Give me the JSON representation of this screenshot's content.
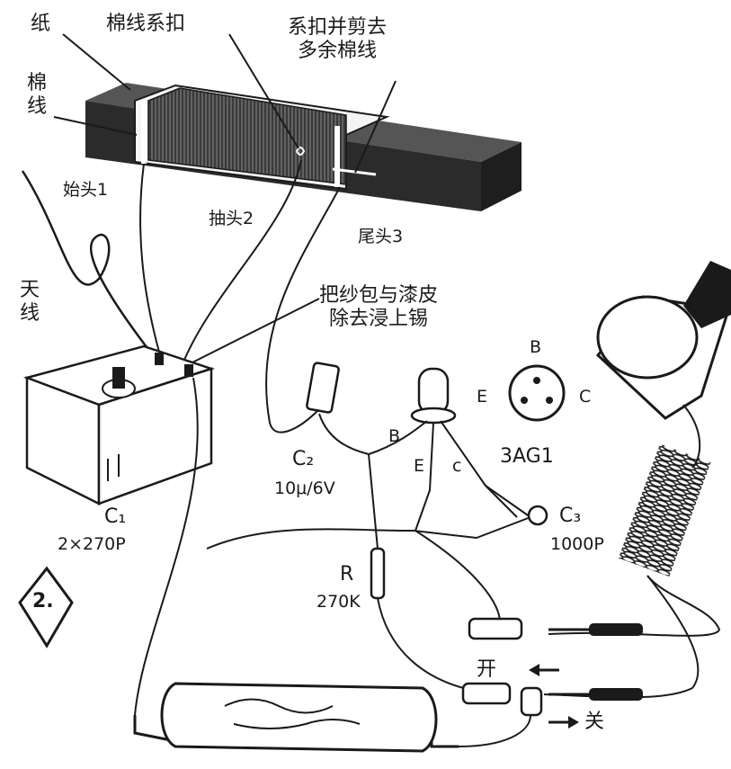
{
  "labels": {
    "paper": "纸",
    "cotton_thread": "棉线",
    "cotton_tie": "棉线系扣",
    "tie_cut": "系扣并剪去\n多余棉线",
    "start_1": "始头1",
    "tap_2": "抽头2",
    "tail_3": "尾头3",
    "antenna": "天线",
    "strip_tin": "把纱包与漆皮\n除去浸上锡",
    "c1_name": "C₁",
    "c1_value": "2×270P",
    "c2_name": "C₂",
    "c2_value": "10μ/6V",
    "base_b": "B",
    "emitter_e": "E",
    "collector_c": "c",
    "pin_b": "B",
    "pin_e": "E",
    "pin_c": "C",
    "transistor": "3AG1",
    "c3_name": "C₃",
    "c3_value": "1000P",
    "r_name": "R",
    "r_value": "270K",
    "figure_number": "2.",
    "on": "开",
    "off": "关"
  },
  "colors": {
    "ink": "#1a1a1a",
    "paper": "#ffffff",
    "ferrite": "#2b2b2b",
    "coil": "#4a4a4a"
  }
}
